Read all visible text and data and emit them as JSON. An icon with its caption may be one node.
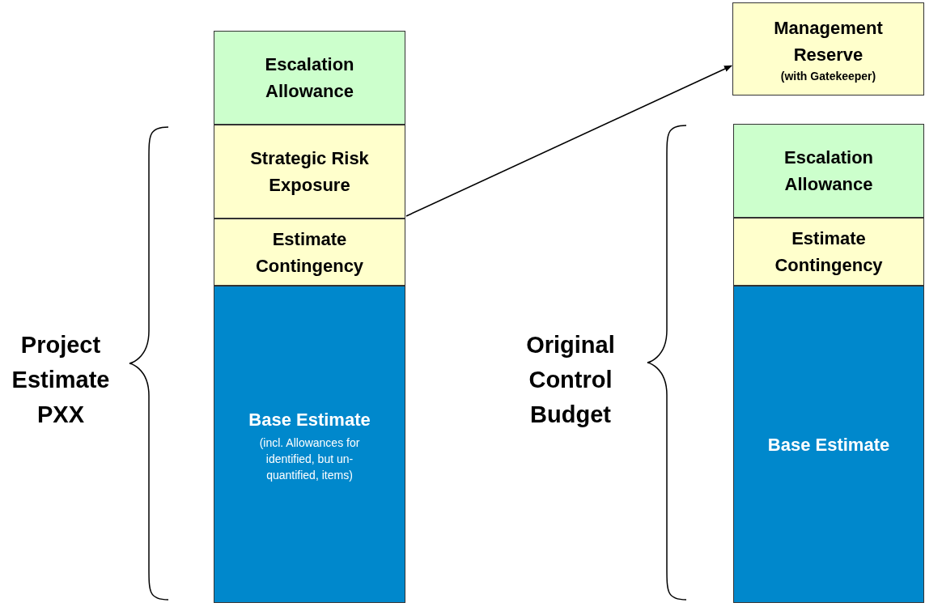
{
  "diagram": {
    "nodes": [
      {
        "text": [
          "Escalation Allowance"
        ]
      },
      {
        "text": [
          "Strategic Risk Exposure"
        ]
      },
      {
        "text": [
          "Estimate Contingency"
        ]
      },
      {
        "text": [
          "Base Estimate",
          "(incl. Allowances for identified, but un-quantified, items)"
        ]
      },
      {
        "text": [
          "Management Reserve",
          "(with Gatekeeper)"
        ]
      },
      {
        "text": [
          "Escalation Allowance"
        ]
      },
      {
        "text": [
          "Estimate Contingency"
        ]
      },
      {
        "text": [
          "Base Estimate"
        ]
      }
    ],
    "edges": [
      {
        "from": 1,
        "to": 4,
        "arrow": "to"
      }
    ],
    "labels": [
      "Project Estimate PXX",
      "Original Control Budget"
    ]
  }
}
